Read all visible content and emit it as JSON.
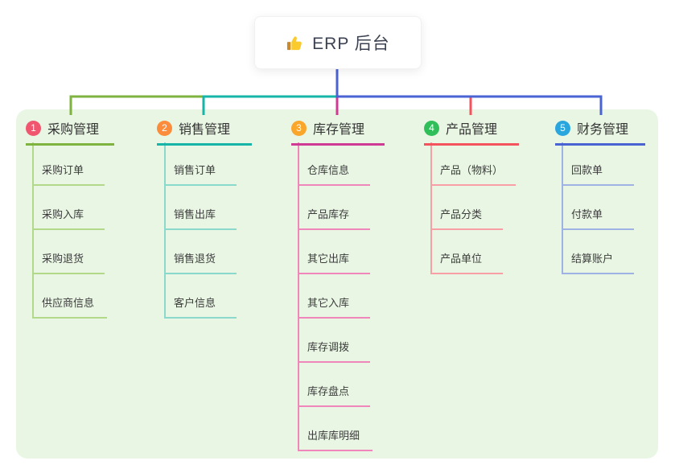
{
  "root": {
    "icon": "thumbs-up-icon",
    "title": "ERP 后台"
  },
  "canvas": {
    "background": "#e9f6e4",
    "trunk_color": "#4a63d3"
  },
  "branches": [
    {
      "badge": "1",
      "label": "采购管理",
      "badge_color": "#f0566e",
      "line_color": "#7db33e",
      "child_line_color": "#b2d88a",
      "children": [
        "采购订单",
        "采购入库",
        "采购退货",
        "供应商信息"
      ]
    },
    {
      "badge": "2",
      "label": "销售管理",
      "badge_color": "#fb8c3c",
      "line_color": "#16b5a7",
      "child_line_color": "#8bd8cd",
      "children": [
        "销售订单",
        "销售出库",
        "销售退货",
        "客户信息"
      ]
    },
    {
      "badge": "3",
      "label": "库存管理",
      "badge_color": "#f9a62a",
      "line_color": "#cf3a94",
      "child_line_color": "#ef87ba",
      "children": [
        "仓库信息",
        "产品库存",
        "其它出库",
        "其它入库",
        "库存调拨",
        "库存盘点",
        "出库库明细"
      ]
    },
    {
      "badge": "4",
      "label": "产品管理",
      "badge_color": "#2fbe59",
      "line_color": "#f4535e",
      "child_line_color": "#f79fa5",
      "children": [
        "产品（物料）",
        "产品分类",
        "产品单位"
      ]
    },
    {
      "badge": "5",
      "label": "财务管理",
      "badge_color": "#2aa6df",
      "line_color": "#4a63d3",
      "child_line_color": "#9fb2e4",
      "children": [
        "回款单",
        "付款单",
        "结算账户"
      ]
    }
  ]
}
